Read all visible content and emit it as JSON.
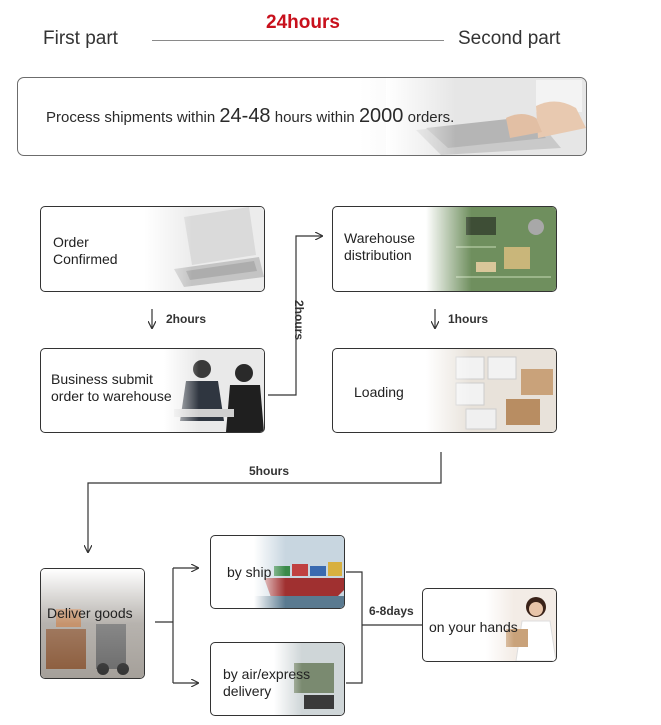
{
  "header": {
    "title": "24hours",
    "left_label": "First part",
    "right_label": "Second part"
  },
  "banner": {
    "text_1": "Process shipments within ",
    "hours_value": "24-48",
    "text_2": " hours within ",
    "orders_value": "2000",
    "text_3": " orders."
  },
  "steps": {
    "order_confirmed": {
      "line_1": "Order",
      "line_2": "Confirmed"
    },
    "business_submit": {
      "line_1": "Business submit",
      "line_2": "order to warehouse"
    },
    "warehouse_distribution": {
      "line_1": "Warehouse",
      "line_2": "distribution"
    },
    "loading": {
      "label": "Loading"
    },
    "deliver_goods": {
      "label": "Deliver goods"
    },
    "by_ship": {
      "label": "by ship"
    },
    "by_air": {
      "line_1": "by air/express",
      "line_2": "delivery"
    },
    "on_your_hands": {
      "label": "on your hands"
    }
  },
  "durations": {
    "confirm_to_submit": "2hours",
    "submit_to_warehouse": "2hours",
    "warehouse_to_loading": "1hours",
    "loading_to_deliver": "5hours",
    "transit": "6-8days"
  },
  "colors": {
    "accent": "#c8101c",
    "line": "#333333"
  }
}
